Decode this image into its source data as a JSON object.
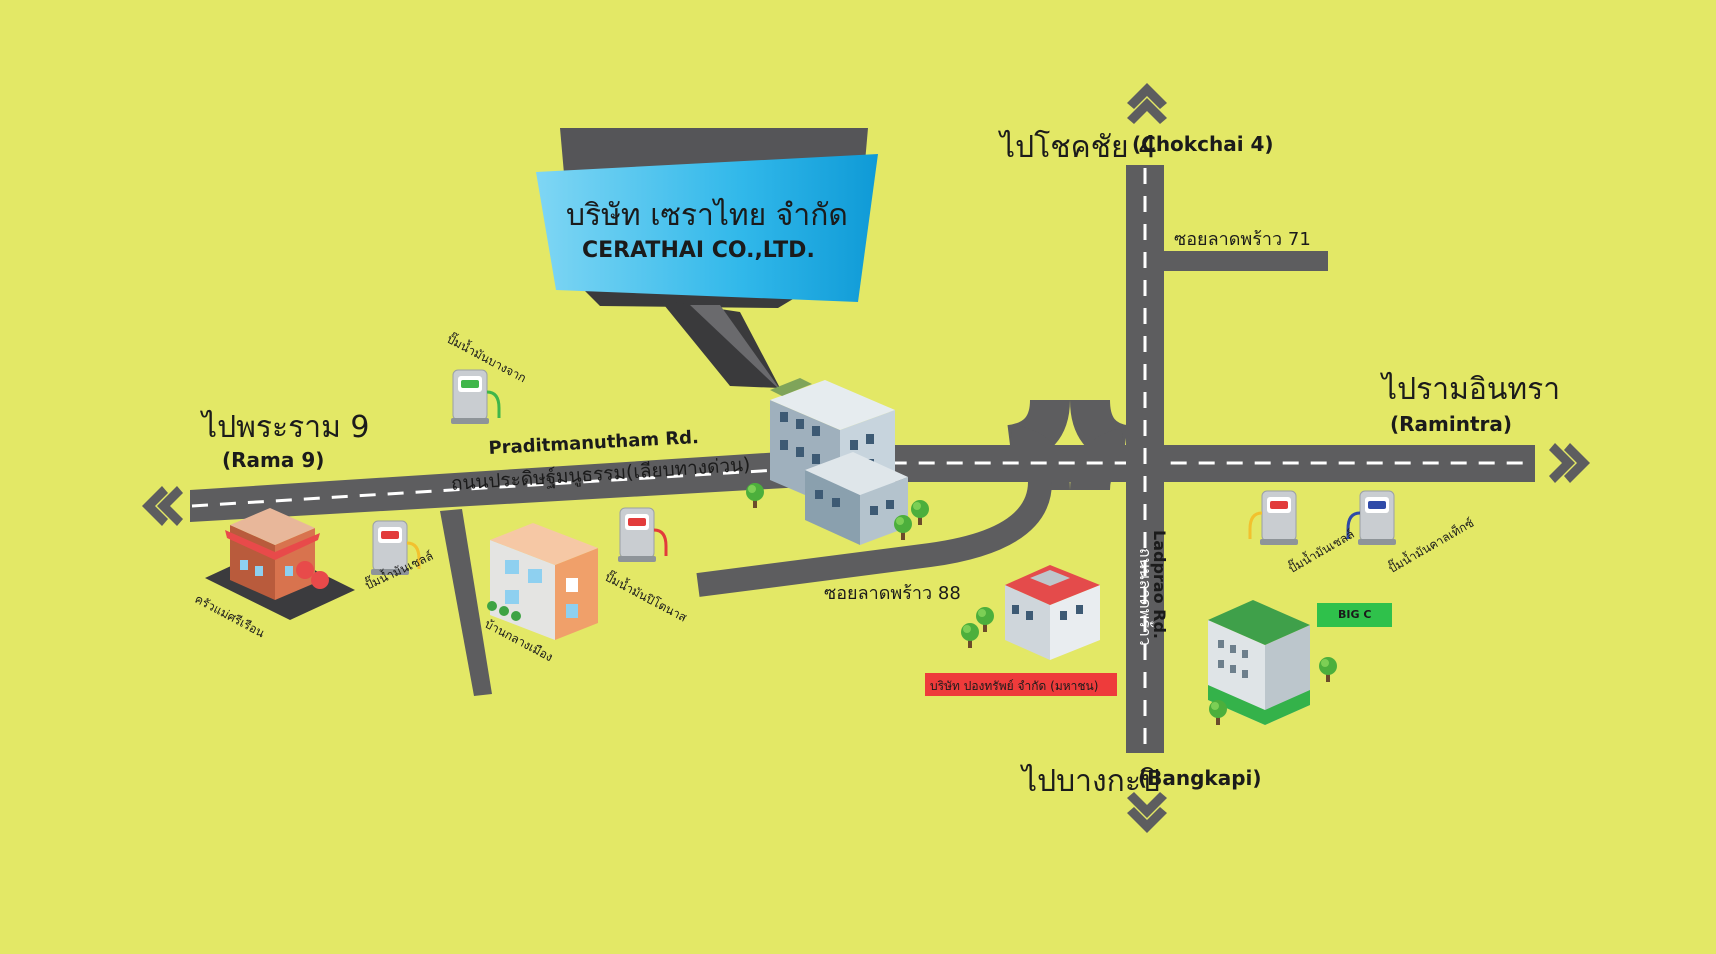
{
  "company": {
    "name_th": "บริษัท เซราไทย จำกัด",
    "name_en": "CERATHAI CO.,LTD."
  },
  "directions": {
    "north_th": "ไปโชคชัย 4",
    "north_en": "(Chokchai 4)",
    "west_th": "ไปพระราม 9",
    "west_en": "(Rama 9)",
    "east_th": "ไปรามอินทรา",
    "east_en": "(Ramintra)",
    "south_th": "ไปบางกะปิ",
    "south_en": "(Bangkapi)"
  },
  "roads": {
    "praditmanutham_en": "Praditmanutham Rd.",
    "praditmanutham_th": "ถนนประดิษฐ์มนูธรรม(เลียบทางด่วน)",
    "ladprao_en": "Ladprao Rd.",
    "ladprao_th": "ถนนลาดพร้าว",
    "soi71": "ซอยลาดพร้าว 71",
    "soi88": "ซอยลาดพร้าว 88"
  },
  "landmarks": {
    "gas_bangchak": "ปั๊มน้ำมันบางจาก",
    "gas_shell_west": "ปั๊มน้ำมันเชลล์",
    "gas_petronas": "ปั๊มน้ำมันปิโตนาส",
    "gas_shell_east": "ปั๊มน้ำมันเชลล์",
    "gas_caltex": "ปั๊มน้ำมันคาลเท็กซ์",
    "restaurant": "ครัวแม่ศรีเรือน",
    "house": "บ้านกลางเมือง",
    "pongsub": "บริษัท ปองทรัพย์ จำกัด (มหาชน)",
    "bigc": "BIG C"
  },
  "colors": {
    "background": "#e3e866",
    "road": "#5d5d5f",
    "banner": "#29b6e8",
    "ribbon_dark": "#3a3a3c",
    "red_label": "#ee3b3b",
    "green_label": "#2fc14b"
  }
}
